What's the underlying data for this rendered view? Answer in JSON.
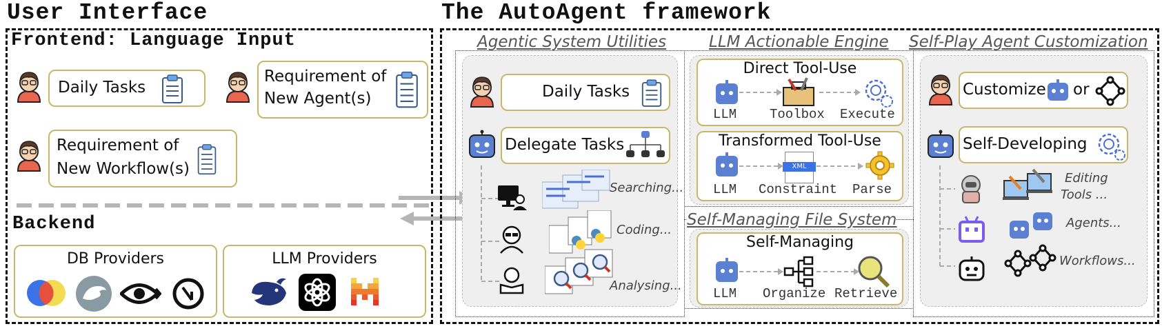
{
  "titles": {
    "user_interface": "User Interface",
    "framework": "The AutoAgent framework"
  },
  "frontend": {
    "title": "Frontend: Language Input",
    "daily_tasks": "Daily Tasks",
    "req_agent_1": "Requirement of",
    "req_agent_2": "New Agent(s)",
    "req_workflow_1": "Requirement of",
    "req_workflow_2": "New Workflow(s)"
  },
  "backend": {
    "title": "Backend",
    "db_providers": "DB Providers",
    "llm_providers": "LLM Providers"
  },
  "utilities": {
    "title": "Agentic System Utilities",
    "daily_tasks": "Daily Tasks",
    "delegate_tasks": "Delegate Tasks",
    "searching": "Searching...",
    "coding": "Coding...",
    "analysing": "Analysing..."
  },
  "engine": {
    "title": "LLM Actionable Engine",
    "direct": "Direct Tool-Use",
    "direct_items": [
      "LLM",
      "Toolbox",
      "Execute"
    ],
    "transformed": "Transformed Tool-Use",
    "transformed_items": [
      "LLM",
      "Constraint",
      "Parse"
    ],
    "xml": "XML"
  },
  "filesystem": {
    "title": "Self-Managing File System",
    "card": "Self-Managing",
    "items": [
      "LLM",
      "Organize",
      "Retrieve"
    ]
  },
  "customization": {
    "title": "Self-Play Agent Customization",
    "customize": "Customize",
    "or": "or",
    "self_developing": "Self-Developing",
    "editing_tools_1": "Editing",
    "editing_tools_2": "Tools ...",
    "agents": "Agents...",
    "workflows": "Workflows..."
  },
  "colors": {
    "card_border": "#c8b66a",
    "robot_blue": "#5b7fd1",
    "arrow_gray": "#b5b5b5",
    "panel_gray": "#efefef"
  }
}
